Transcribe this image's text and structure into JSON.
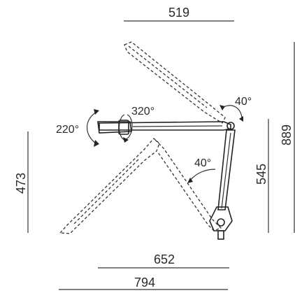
{
  "dimensions": {
    "top_width": "519",
    "left_height": "473",
    "right_inner_height": "545",
    "right_outer_height": "889",
    "bottom_inner_width": "652",
    "bottom_outer_width": "794"
  },
  "angles": {
    "head_tilt": "220°",
    "head_rotate": "320°",
    "top_joint": "40°",
    "elbow_joint": "40°"
  }
}
